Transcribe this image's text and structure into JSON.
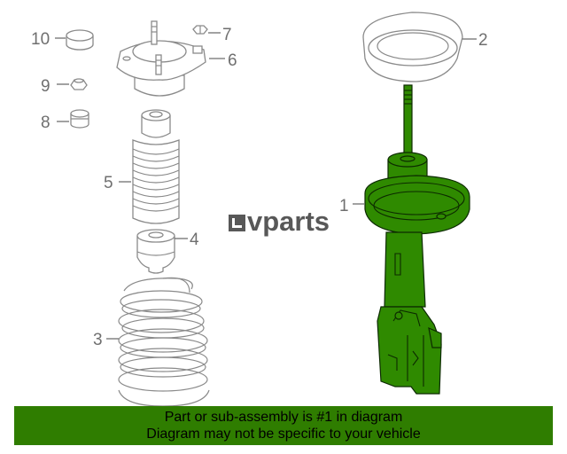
{
  "callouts": [
    {
      "id": "10",
      "label": "10"
    },
    {
      "id": "7",
      "label": "7"
    },
    {
      "id": "6",
      "label": "6"
    },
    {
      "id": "2",
      "label": "2"
    },
    {
      "id": "9",
      "label": "9"
    },
    {
      "id": "8",
      "label": "8"
    },
    {
      "id": "5",
      "label": "5"
    },
    {
      "id": "1",
      "label": "1"
    },
    {
      "id": "4",
      "label": "4"
    },
    {
      "id": "3",
      "label": "3"
    }
  ],
  "brand": {
    "text": "vparts"
  },
  "banner": {
    "line1": "Part or sub-assembly is #1 in diagram",
    "line2": "Diagram may not be specific to your vehicle"
  },
  "colors": {
    "highlight": "#2f8a00",
    "banner": "#2f7d00",
    "outline": "#8a8a8a"
  }
}
